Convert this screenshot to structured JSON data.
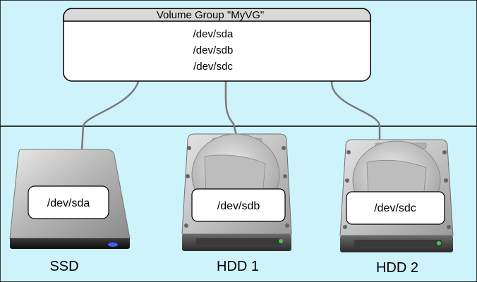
{
  "colors": {
    "background": "#cff3fb",
    "divider": "#000000",
    "cable": "#7a7a7a",
    "label_box_fill": "#ffffff",
    "ssd_led": "#3b63ff",
    "hdd_led": "#3ecb3e"
  },
  "volume_group": {
    "title": "Volume Group \"MyVG\"",
    "devices": [
      "/dev/sda",
      "/dev/sdb",
      "/dev/sdc"
    ]
  },
  "drives": [
    {
      "type_icon": "ssd-icon",
      "device": "/dev/sda",
      "name": "SSD"
    },
    {
      "type_icon": "hdd-icon",
      "device": "/dev/sdb",
      "name": "HDD 1"
    },
    {
      "type_icon": "hdd-icon",
      "device": "/dev/sdc",
      "name": "HDD 2"
    }
  ]
}
